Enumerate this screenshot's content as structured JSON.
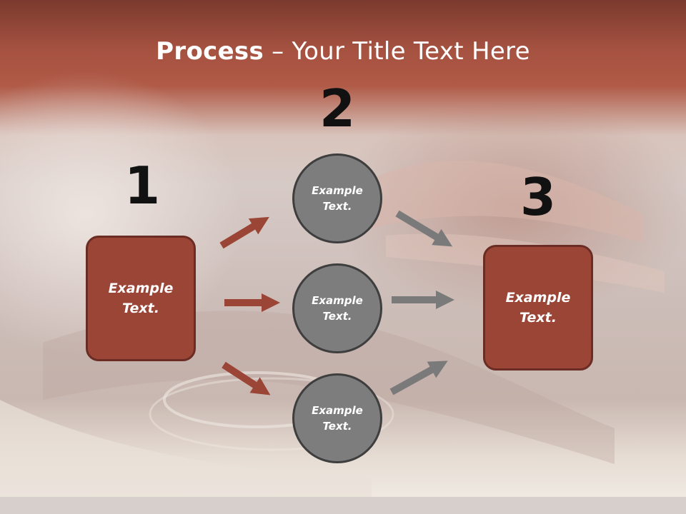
{
  "title": {
    "bold": "Process",
    "rest": " – Your Title Text Here"
  },
  "steps": [
    "1",
    "2",
    "3"
  ],
  "left_box": {
    "label": "Example Text."
  },
  "circles": [
    {
      "label": "Example Text."
    },
    {
      "label": "Example Text."
    },
    {
      "label": "Example Text."
    }
  ],
  "right_box": {
    "label": "Example Text."
  },
  "colors": {
    "box_fill": "#9b4537",
    "box_border": "#6a2c23",
    "circle_fill": "#7d7d7d",
    "circle_border": "#3e3e3e",
    "arrow_red": "#9b4537",
    "arrow_gray": "#7a7a7a"
  }
}
